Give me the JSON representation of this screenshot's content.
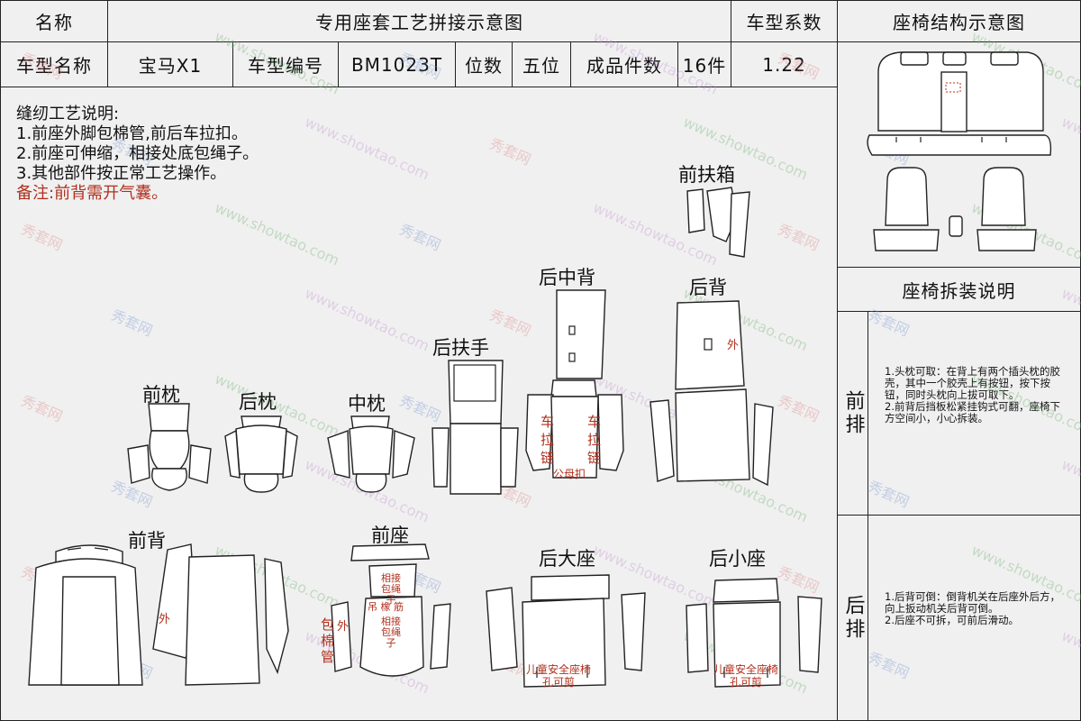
{
  "header": {
    "name_label": "名称",
    "title": "专用座套工艺拼接示意图",
    "coef_label": "车型系数",
    "struct_title": "座椅结构示意图",
    "model_name_label": "车型名称",
    "model_name": "宝马X1",
    "model_code_label": "车型编号",
    "model_code": "BM1023T",
    "seats_label": "位数",
    "seats": "五位",
    "pieces_label": "成品件数",
    "pieces": "16件",
    "coef": "1.22"
  },
  "notes": {
    "title": "缝纫工艺说明:",
    "items": [
      "1.前座外脚包棉管,前后车拉扣。",
      "2.前座可伸缩，相接处底包绳子。",
      "3.其他部件按正常工艺操作。"
    ],
    "remark": "备注:前背需开气囊。"
  },
  "pieces": {
    "front_armbox": "前扶箱",
    "rear_center_back": "后中背",
    "rear_back": "后背",
    "rear_armrest": "后扶手",
    "front_headrest": "前枕",
    "rear_headrest": "后枕",
    "center_headrest": "中枕",
    "front_back": "前背",
    "front_seat": "前座",
    "rear_big_seat": "后大座",
    "rear_small_seat": "后小座"
  },
  "annotations": {
    "zipper_left": "车拉链",
    "zipper_right": "车拉链",
    "male_female_buckle": "公母扣",
    "outer_rear_back": "外",
    "outer_front_back": "外",
    "outer_front_seat": "外",
    "joint_rope_1": "相接包绳子",
    "joint_rope_2": "相接包绳子",
    "elastic": "吊 橡 筋",
    "cotton_tube": "包棉管",
    "child_seat_hole_1": "儿童安全座椅孔可剪",
    "child_seat_hole_2": "儿童安全座椅孔可剪"
  },
  "disassembly": {
    "title": "座椅拆装说明",
    "front_label": "前排",
    "front_text": "1.头枕可取：在背上有两个插头枕的胶壳，其中一个胶壳上有按钮，按下按钮，同时头枕向上拔可取下。\n2.前背后挡板松紧挂钩式可翻，座椅下方空间小，小心拆装。",
    "rear_label": "后排",
    "rear_text": "1.后背可倒：倒背机关在后座外后方，向上扳动机关后背可倒。\n2.后座不可拆，可前后滑动。"
  },
  "watermark": {
    "text_cn": "秀套网",
    "text_url": "www.showtao.com"
  },
  "colors": {
    "annotation_red": "#b0301e",
    "line": "#222222",
    "panel_bg": "#f0f0f0"
  }
}
